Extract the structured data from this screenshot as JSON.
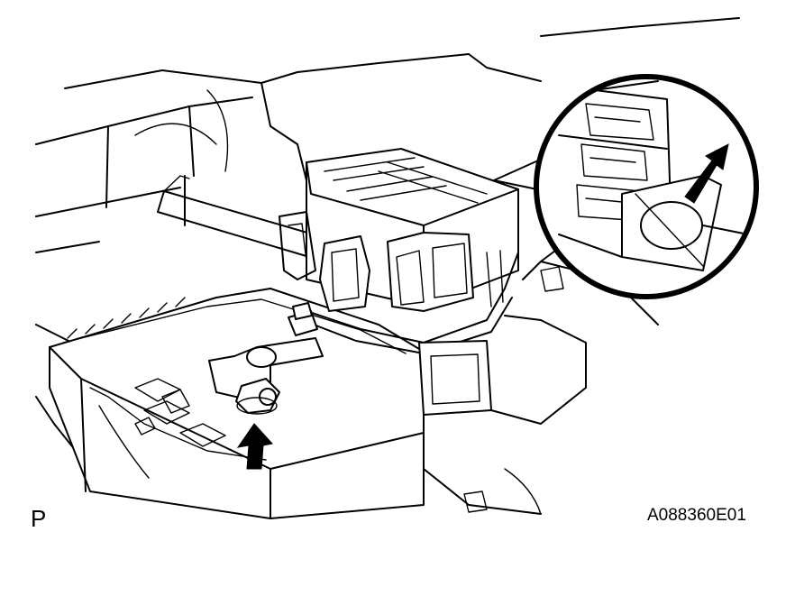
{
  "view_label": "P",
  "figure_id": "A088360E01",
  "colors": {
    "line": "#000000",
    "background": "#ffffff"
  },
  "icons": [
    "arrow-icon",
    "detail-magnifier-circle"
  ]
}
